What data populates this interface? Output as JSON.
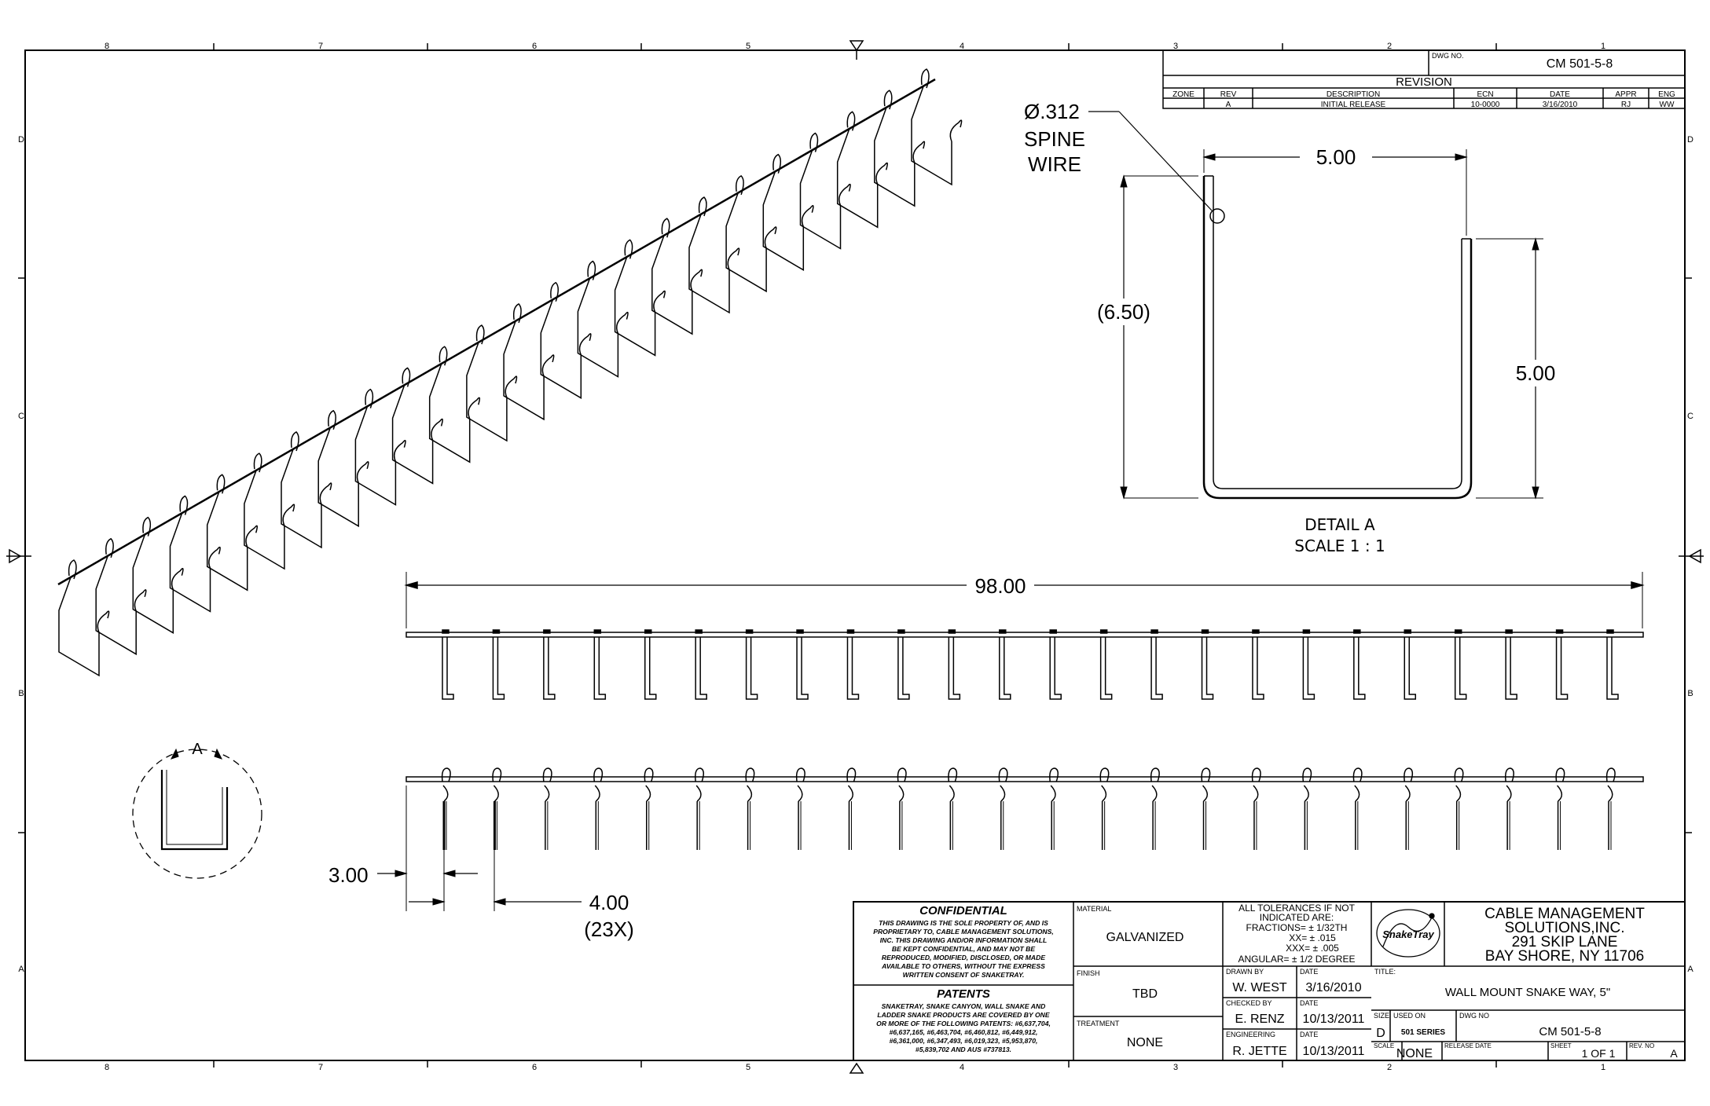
{
  "frame": {
    "top_zones": [
      "8",
      "7",
      "6",
      "5",
      "4",
      "3",
      "2",
      "1"
    ],
    "bottom_zones": [
      "8",
      "7",
      "6",
      "5",
      "4",
      "3",
      "2",
      "1"
    ],
    "left_zones": [
      "D",
      "C",
      "B",
      "A"
    ],
    "right_zones": [
      "D",
      "C",
      "B",
      "A"
    ]
  },
  "revision": {
    "dwg_no_label": "DWG NO.",
    "dwg_no": "CM 501-5-8",
    "title": "REVISION",
    "headers": [
      "ZONE",
      "REV",
      "DESCRIPTION",
      "ECN",
      "DATE",
      "APPR",
      "ENG"
    ],
    "row": [
      "",
      "A",
      "INITIAL RELEASE",
      "10-0000",
      "3/16/2010",
      "RJ",
      "WW"
    ]
  },
  "annotations": {
    "spine_dia": "Ø.312",
    "spine_line1": "SPINE",
    "spine_line2": "WIRE",
    "detail_width": "5.00",
    "detail_height": "(6.50)",
    "detail_side": "5.00",
    "detail_title": "DETAIL  A",
    "detail_scale": "SCALE 1 : 1",
    "overall_length": "98.00",
    "end_offset": "3.00",
    "spacing": "4.00",
    "spacing_count": "(23X)",
    "view_label": "A"
  },
  "title_block": {
    "confidential_title": "CONFIDENTIAL",
    "confidential_lines": [
      "THIS DRAWING IS THE SOLE PROPERTY OF, AND IS",
      "PROPRIETARY TO, CABLE MANAGEMENT SOLUTIONS,",
      "INC. THIS DRAWING AND/OR INFORMATION SHALL",
      "BE KEPT CONFIDENTIAL, AND MAY NOT BE",
      "REPRODUCED, MODIFIED, DISCLOSED, OR MADE",
      "AVAILABLE TO OTHERS, WITHOUT THE EXPRESS",
      "WRITTEN CONSENT OF SNAKETRAY."
    ],
    "patents_title": "PATENTS",
    "patents_lines": [
      "SNAKETRAY, SNAKE CANYON, WALL SNAKE AND",
      "LADDER SNAKE PRODUCTS ARE COVERED BY ONE",
      "OR MORE OF THE FOLLOWING PATENTS: #6,637,704,",
      "#6,637,165, #6,463,704, #6,460,812, #6,449,912,",
      "#6,361,000, #6,347,493, #6,019,323, #5,953,870,",
      "#5,839,702 AND AUS #737813."
    ],
    "material_label": "MATERIAL",
    "material": "GALVANIZED",
    "finish_label": "FINISH",
    "finish": "TBD",
    "treatment_label": "TREATMENT",
    "treatment": "NONE",
    "tolerances": [
      "ALL TOLERANCES IF NOT",
      "INDICATED ARE:",
      "FRACTIONS= ± 1/32TH",
      "XX= ± .015",
      "XXX= ± .005",
      "ANGULAR= ± 1/2 DEGREE"
    ],
    "drawn_by_label": "DRAWN BY",
    "drawn_by": "W. WEST",
    "drawn_date": "3/16/2010",
    "checked_by_label": "CHECKED BY",
    "checked_by": "E. RENZ",
    "checked_date": "10/13/2011",
    "engineer_label": "ENGINEERING",
    "engineer": "R. JETTE",
    "engineer_date": "10/13/2011",
    "date_label": "DATE",
    "company_lines": [
      "CABLE MANAGEMENT",
      "SOLUTIONS,INC.",
      "291 SKIP LANE",
      "BAY SHORE, NY 11706"
    ],
    "logo_text": "SnakeTray",
    "title_label": "TITLE:",
    "title": "WALL MOUNT SNAKE WAY, 5\"",
    "size_label": "SIZE",
    "size": "D",
    "used_on_label": "USED ON",
    "used_on": "501 SERIES",
    "dwg_no_label": "DWG NO",
    "dwg_no": "CM 501-5-8",
    "scale_label": "SCALE",
    "scale": "NONE",
    "release_date_label": "RELEASE DATE",
    "sheet_label": "SHEET",
    "sheet": "1 OF 1",
    "rev_label": "REV. NO",
    "rev": "A"
  }
}
